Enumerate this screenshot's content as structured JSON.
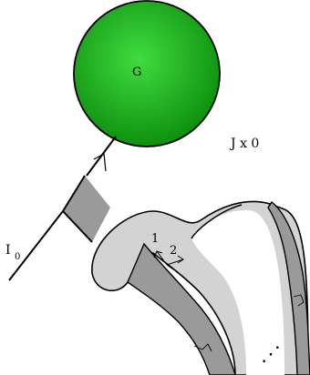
{
  "labels": {
    "sphere": "G",
    "top_right": "J x 0",
    "left": "I",
    "left_sub": "0",
    "arrow_1": "1",
    "arrow_2": "2",
    "ellipsis": "⋰"
  },
  "colors": {
    "sphere_light": "#3fdc3f",
    "sphere_dark": "#0b8a0b",
    "band": "#9a9a9a",
    "surface": "#d3d3d3",
    "stroke": "#000000"
  }
}
